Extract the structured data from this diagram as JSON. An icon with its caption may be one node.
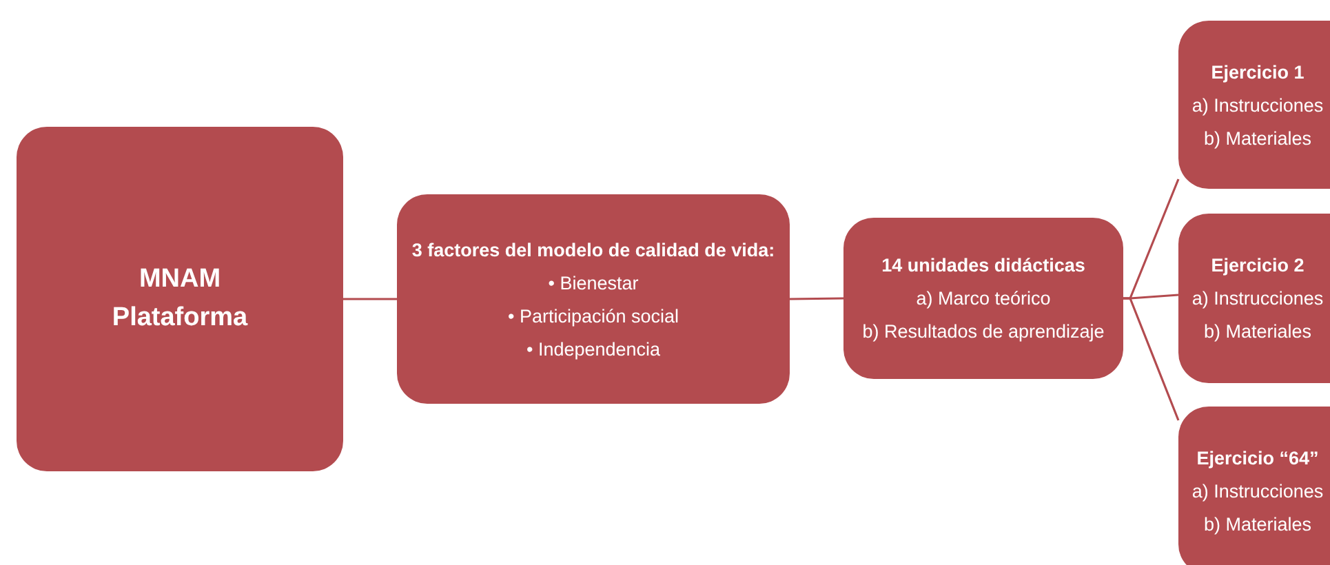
{
  "diagram": {
    "nodes": [
      {
        "text": [
          "MNAM Plataforma"
        ]
      },
      {
        "text": [
          "3 factores del modelo de calidad de vida:",
          "• Bienestar",
          "• Participación social",
          "• Independencia"
        ]
      },
      {
        "text": [
          "14 unidades didácticas",
          "a) Marco teórico",
          "b) Resultados de aprendizaje"
        ]
      },
      {
        "text": [
          "Ejercicio 1",
          "a) Instrucciones",
          "b) Materiales"
        ]
      },
      {
        "text": [
          "Ejercicio 2",
          "a) Instrucciones",
          "b) Materiales"
        ]
      },
      {
        "text": [
          "Ejercicio “64”",
          "a) Instrucciones",
          "b) Materiales"
        ]
      }
    ],
    "edges": [
      {
        "from": 0,
        "to": 1,
        "arrow": "none"
      },
      {
        "from": 1,
        "to": 2,
        "arrow": "none"
      },
      {
        "from": 2,
        "to": 3,
        "arrow": "none"
      },
      {
        "from": 2,
        "to": 4,
        "arrow": "none"
      },
      {
        "from": 2,
        "to": 5,
        "arrow": "none"
      }
    ]
  }
}
